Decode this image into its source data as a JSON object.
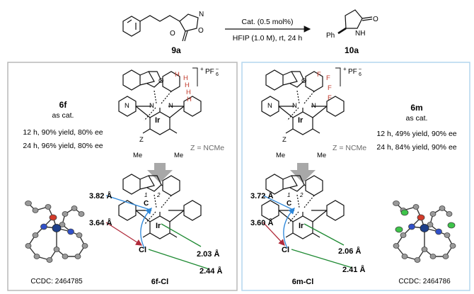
{
  "reaction": {
    "reactant_label": "9a",
    "product_label": "10a",
    "condition_top": "Cat. (0.5 mol%)",
    "condition_bottom": "HFIP (1.0 M), rt, 24 h",
    "product_ph": "Ph",
    "product_nh": "NH",
    "reactant_n": "N",
    "reactant_o1": "O",
    "reactant_o2": "O",
    "product_o": "O"
  },
  "left": {
    "cat_label": "6f",
    "as_cat": "as cat.",
    "result1": "12 h, 90% yield, 80% ee",
    "result2": "24 h, 96% yield, 80% ee",
    "z_def": "Z = NCMe",
    "counterion": "PF",
    "counter_sub": "6",
    "counter_sup": "–",
    "charge": "+",
    "dist1": "3.82 Å",
    "dist2": "3.64 Å",
    "dist3": "2.03 Å",
    "dist4": "2.44 Å",
    "complex": "6f-Cl",
    "ccdc": "CCDC: 2464785",
    "sub_atom": "H"
  },
  "right": {
    "cat_label": "6m",
    "as_cat": "as cat.",
    "result1": "12 h, 49% yield, 90% ee",
    "result2": "24 h, 84% yield, 90% ee",
    "z_def": "Z = NCMe",
    "counterion": "PF",
    "counter_sub": "6",
    "counter_sup": "–",
    "charge": "+",
    "dist1": "3.72 Å",
    "dist2": "3.60 Å",
    "dist3": "2.06 Å",
    "dist4": "2.41 Å",
    "complex": "6m-Cl",
    "ccdc": "CCDC: 2464786",
    "sub_atom": "F"
  },
  "atoms": {
    "ir": "Ir",
    "n": "N",
    "o": "O",
    "c": "C",
    "cl": "Cl",
    "me": "Me",
    "z": "Z",
    "n1": "1",
    "n2": "2"
  },
  "colors": {
    "left_border": "#b9b9b9",
    "right_border": "#b4d5ee",
    "dist_blue": "#2b86d9",
    "dist_red": "#b02a3a",
    "dist_green": "#1f8a33",
    "sub_red": "#c0392b",
    "arrow_gray": "#a8a8a8"
  }
}
